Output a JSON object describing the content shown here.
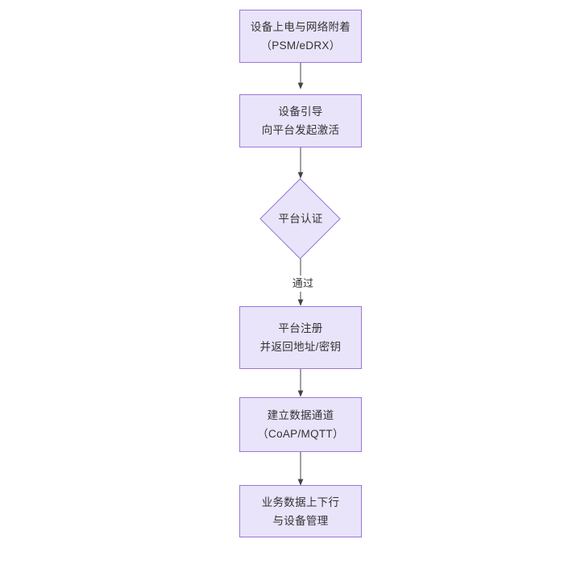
{
  "diagram": {
    "type": "flowchart",
    "orientation": "top-to-bottom",
    "title": "",
    "colors": {
      "node_fill": "#e9e4fa",
      "node_border": "#9a77d6",
      "text": "#333333",
      "edge_line": "#555555",
      "background": "#ffffff"
    },
    "nodes": [
      {
        "id": "n1",
        "shape": "rect",
        "lines": [
          "设备上电与网络附着",
          "（PSM/eDRX）"
        ]
      },
      {
        "id": "n2",
        "shape": "rect",
        "lines": [
          "设备引导",
          "向平台发起激活"
        ]
      },
      {
        "id": "n3",
        "shape": "diamond",
        "lines": [
          "平台认证"
        ]
      },
      {
        "id": "n4",
        "shape": "rect",
        "lines": [
          "平台注册",
          "并返回地址/密钥"
        ]
      },
      {
        "id": "n5",
        "shape": "rect",
        "lines": [
          "建立数据通道",
          "（CoAP/MQTT）"
        ]
      },
      {
        "id": "n6",
        "shape": "rect",
        "lines": [
          "业务数据上下行",
          "与设备管理"
        ]
      }
    ],
    "edges": [
      {
        "id": "e1",
        "from": "n1",
        "to": "n2",
        "label": ""
      },
      {
        "id": "e2",
        "from": "n2",
        "to": "n3",
        "label": ""
      },
      {
        "id": "e3",
        "from": "n3",
        "to": "n4",
        "label": "通过"
      },
      {
        "id": "e4",
        "from": "n4",
        "to": "n5",
        "label": ""
      },
      {
        "id": "e5",
        "from": "n5",
        "to": "n6",
        "label": ""
      }
    ]
  }
}
